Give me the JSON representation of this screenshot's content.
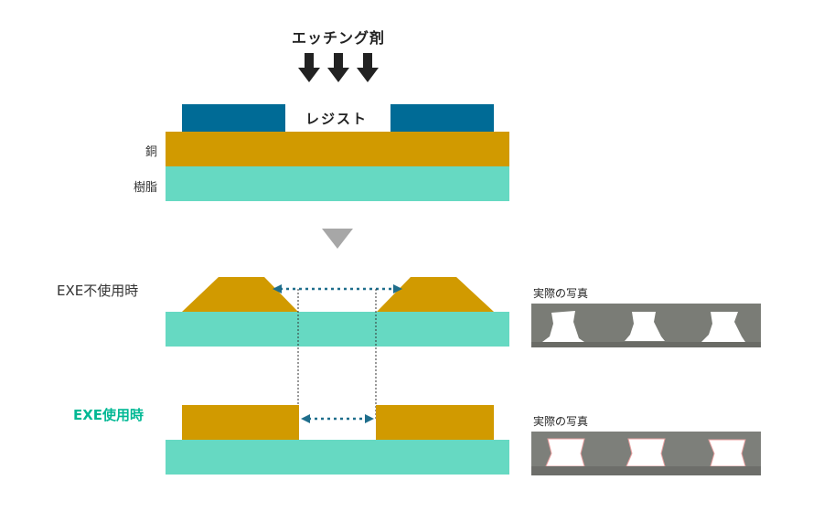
{
  "title": "エッチング剤",
  "resist_label": "レジスト",
  "copper_label": "銅",
  "resin_label": "樹脂",
  "without_exe_label": "EXE不使用時",
  "with_exe_label": "EXE使用時",
  "photo_caption_top": "実際の写真",
  "photo_caption_bottom": "実際の写真",
  "colors": {
    "resist": "#006b96",
    "copper": "#d19a00",
    "resin": "#66d9c2",
    "exe_accent": "#00b894",
    "arrow_dashed": "#1f6e8c",
    "dark_arrow": "#222222",
    "triangle": "#a7a7a7"
  },
  "icons": [
    "down-arrow-icon",
    "down-triangle-icon",
    "double-arrow-icon"
  ]
}
